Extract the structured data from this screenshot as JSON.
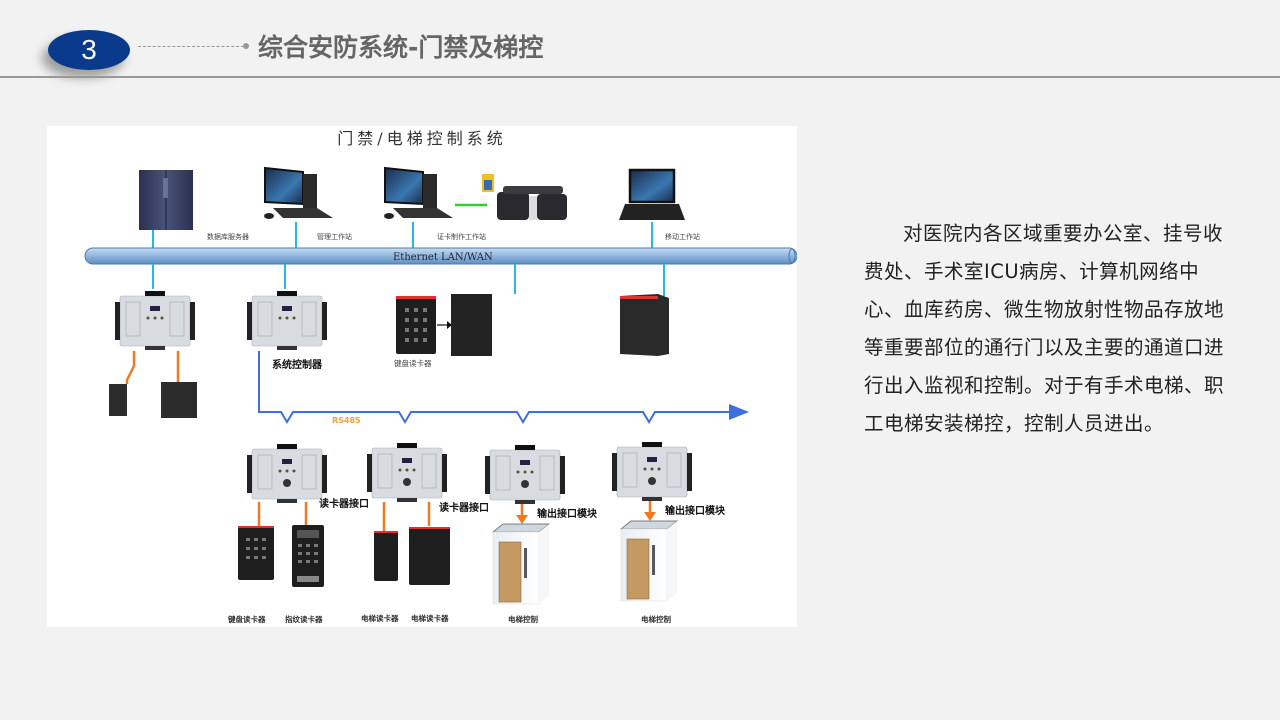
{
  "header": {
    "section_number": "3",
    "title": "综合安防系统-门禁及梯控"
  },
  "diagram": {
    "title": "门禁/电梯控制系统",
    "network_label": "Ethernet LAN/WAN",
    "bus_label": "RS485",
    "colors": {
      "lan_pipe": "#8fb6dd",
      "lan_drop": "#29b6e8",
      "rs485": "#3c6fe0",
      "rs485_label": "#f0a040",
      "wiring": "#f07a20",
      "printer_link": "#33cc33"
    },
    "top_devices": [
      {
        "id": "db-server",
        "label": "数据库服务器"
      },
      {
        "id": "mgmt-workstation",
        "label": "管理工作站"
      },
      {
        "id": "card-workstation",
        "label": "证卡制作工作站"
      },
      {
        "id": "mobile-workstation",
        "label": "移动工作站"
      }
    ],
    "mid_devices": {
      "system_controller_label": "系统控制器",
      "keypad_reader_label": "键盘读卡器"
    },
    "bottom_labels": {
      "reader_interface_1": "读卡器接口",
      "reader_interface_2": "读卡器接口",
      "output_module_1": "输出接口模块",
      "output_module_2": "输出接口模块",
      "keypad_reader": "键盘读卡器",
      "fingerprint_reader": "指纹读卡器",
      "elevator_reader_1": "电梯读卡器",
      "elevator_reader_2": "电梯读卡器",
      "elevator_control_1": "电梯控制",
      "elevator_control_2": "电梯控制"
    }
  },
  "description": "对医院内各区域重要办公室、挂号收费处、手术室ICU病房、计算机网络中心、血库药房、微生物放射性物品存放地等重要部位的通行门以及主要的通道口进行出入监视和控制。对于有手术电梯、职工电梯安装梯控，控制人员进出。"
}
